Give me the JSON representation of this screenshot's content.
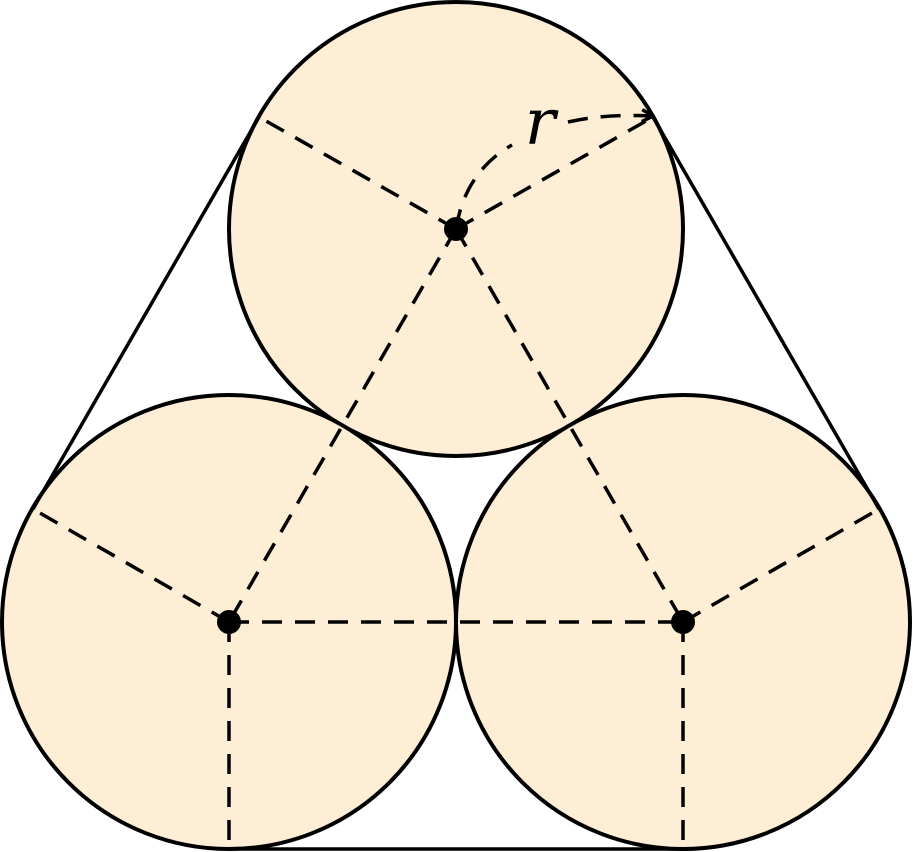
{
  "diagram": {
    "radius_label": "r",
    "colors": {
      "circle_fill": "#FDEED5",
      "stroke": "#000000",
      "center_dot": "#000000"
    },
    "circles": [
      "top-circle",
      "bottom-left-circle",
      "bottom-right-circle"
    ]
  }
}
